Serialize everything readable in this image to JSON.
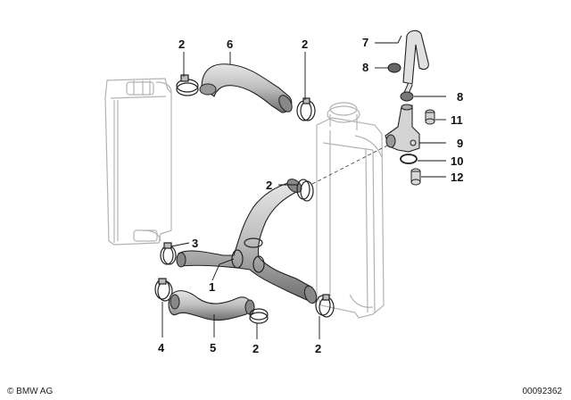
{
  "callouts": {
    "c2_top_left": "2",
    "c6": "6",
    "c2_top_mid": "2",
    "c7": "7",
    "c8_left": "8",
    "c8_right": "8",
    "c11": "11",
    "c9": "9",
    "c10": "10",
    "c12": "12",
    "c2_mid": "2",
    "c3": "3",
    "c1": "1",
    "c4": "4",
    "c5": "5",
    "c2_bottom_mid": "2",
    "c2_bottom_right": "2"
  },
  "footer": {
    "copyright": "© BMW AG",
    "drawing_number": "00092362"
  },
  "colors": {
    "line": "#222222",
    "hose_fill": "#c9c9c9",
    "hose_dark": "#555555",
    "ghost": "#b3b3b3"
  }
}
